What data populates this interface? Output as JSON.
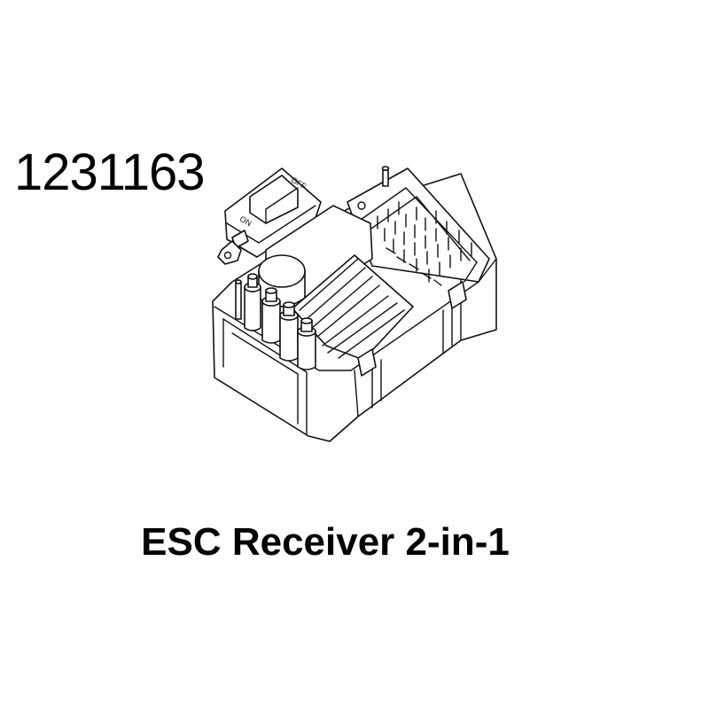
{
  "part_number": "1231163",
  "caption": "ESC Receiver 2-in-1",
  "switch_labels": {
    "on": "ON",
    "off": "OFF"
  },
  "colors": {
    "ink": "#111111",
    "background": "#ffffff"
  }
}
